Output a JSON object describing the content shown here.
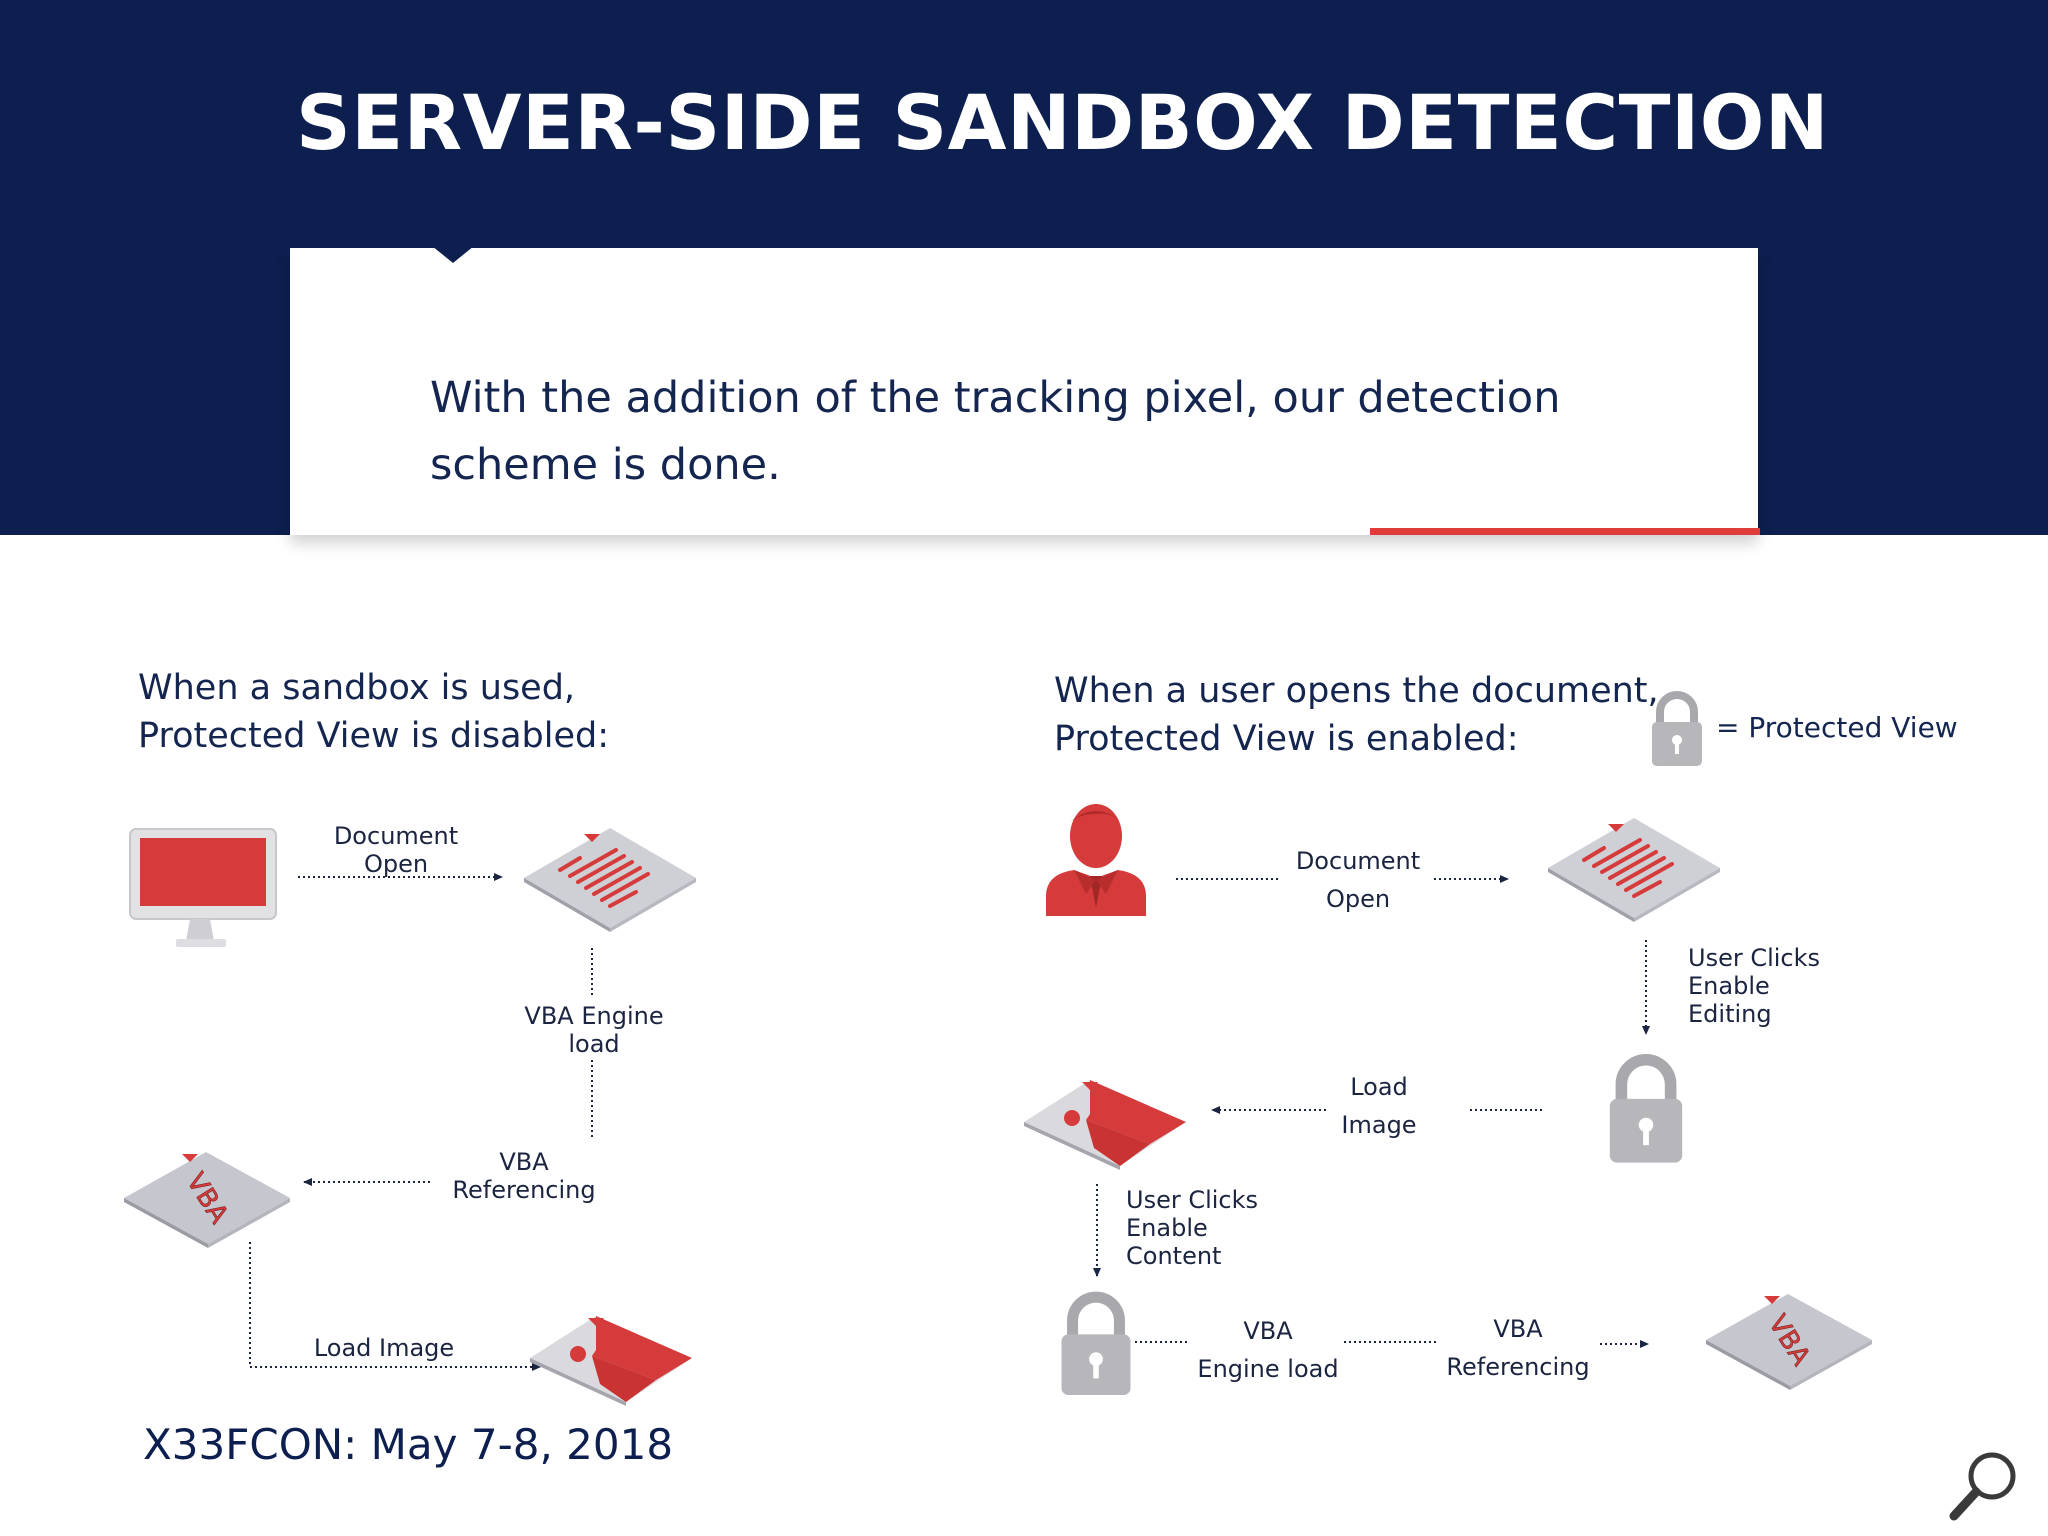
{
  "title": "SERVER-SIDE SANDBOX DETECTION",
  "callout": {
    "line1": "With the addition of the tracking pixel, our detection",
    "line2": "scheme is done."
  },
  "left_panel": {
    "heading_line1": "When a sandbox is used,",
    "heading_line2": "Protected View is disabled:",
    "labels": {
      "doc_open_1": "Document",
      "doc_open_2": "Open",
      "vba_engine_1": "VBA Engine",
      "vba_engine_2": "load",
      "vba_ref_1": "VBA",
      "vba_ref_2": "Referencing",
      "load_image": "Load Image"
    },
    "vba_tag": "VBA"
  },
  "right_panel": {
    "heading_line1": "When a user opens the document,",
    "heading_line2": "Protected View is enabled:",
    "legend": "= Protected View",
    "labels": {
      "doc_open_1": "Document",
      "doc_open_2": "Open",
      "user_clicks_editing_1": "User Clicks",
      "user_clicks_editing_2": "Enable",
      "user_clicks_editing_3": "Editing",
      "load_image_1": "Load",
      "load_image_2": "Image",
      "user_clicks_content_1": "User Clicks",
      "user_clicks_content_2": "Enable",
      "user_clicks_content_3": "Content",
      "vba_engine_1": "VBA",
      "vba_engine_2": "Engine load",
      "vba_ref_1": "VBA",
      "vba_ref_2": "Referencing"
    },
    "vba_tag": "VBA"
  },
  "footer": "X33FCON: May 7-8, 2018",
  "colors": {
    "navy": "#0d1f4f",
    "accent_red": "#e03c3c",
    "icon_red": "#d63b3b",
    "lock_gray": "#a9a9ad"
  },
  "icons": [
    "monitor-icon",
    "document-icon",
    "vba-document-icon",
    "image-envelope-icon",
    "user-icon",
    "lock-icon",
    "magnifier-icon"
  ]
}
